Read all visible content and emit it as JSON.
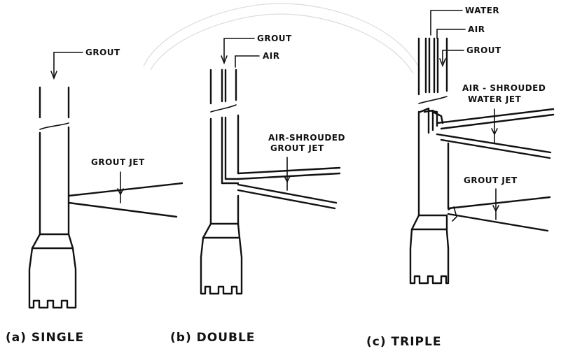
{
  "labels": {
    "single_grout": "GROUT",
    "single_jet": "GROUT JET",
    "double_grout": "GROUT",
    "double_air": "AIR",
    "double_jet_1": "AIR-SHROUDED",
    "double_jet_2": "GROUT JET",
    "triple_water": "WATER",
    "triple_air": "AIR",
    "triple_grout": "GROUT",
    "triple_wjet_1": "AIR - SHROUDED",
    "triple_wjet_2": "WATER JET",
    "triple_gjet": "GROUT JET"
  },
  "captions": {
    "a": "(a) SINGLE",
    "b": "(b) DOUBLE",
    "c": "(c) TRIPLE"
  },
  "colors": {
    "ink": "#111111",
    "background": "#ffffff"
  }
}
